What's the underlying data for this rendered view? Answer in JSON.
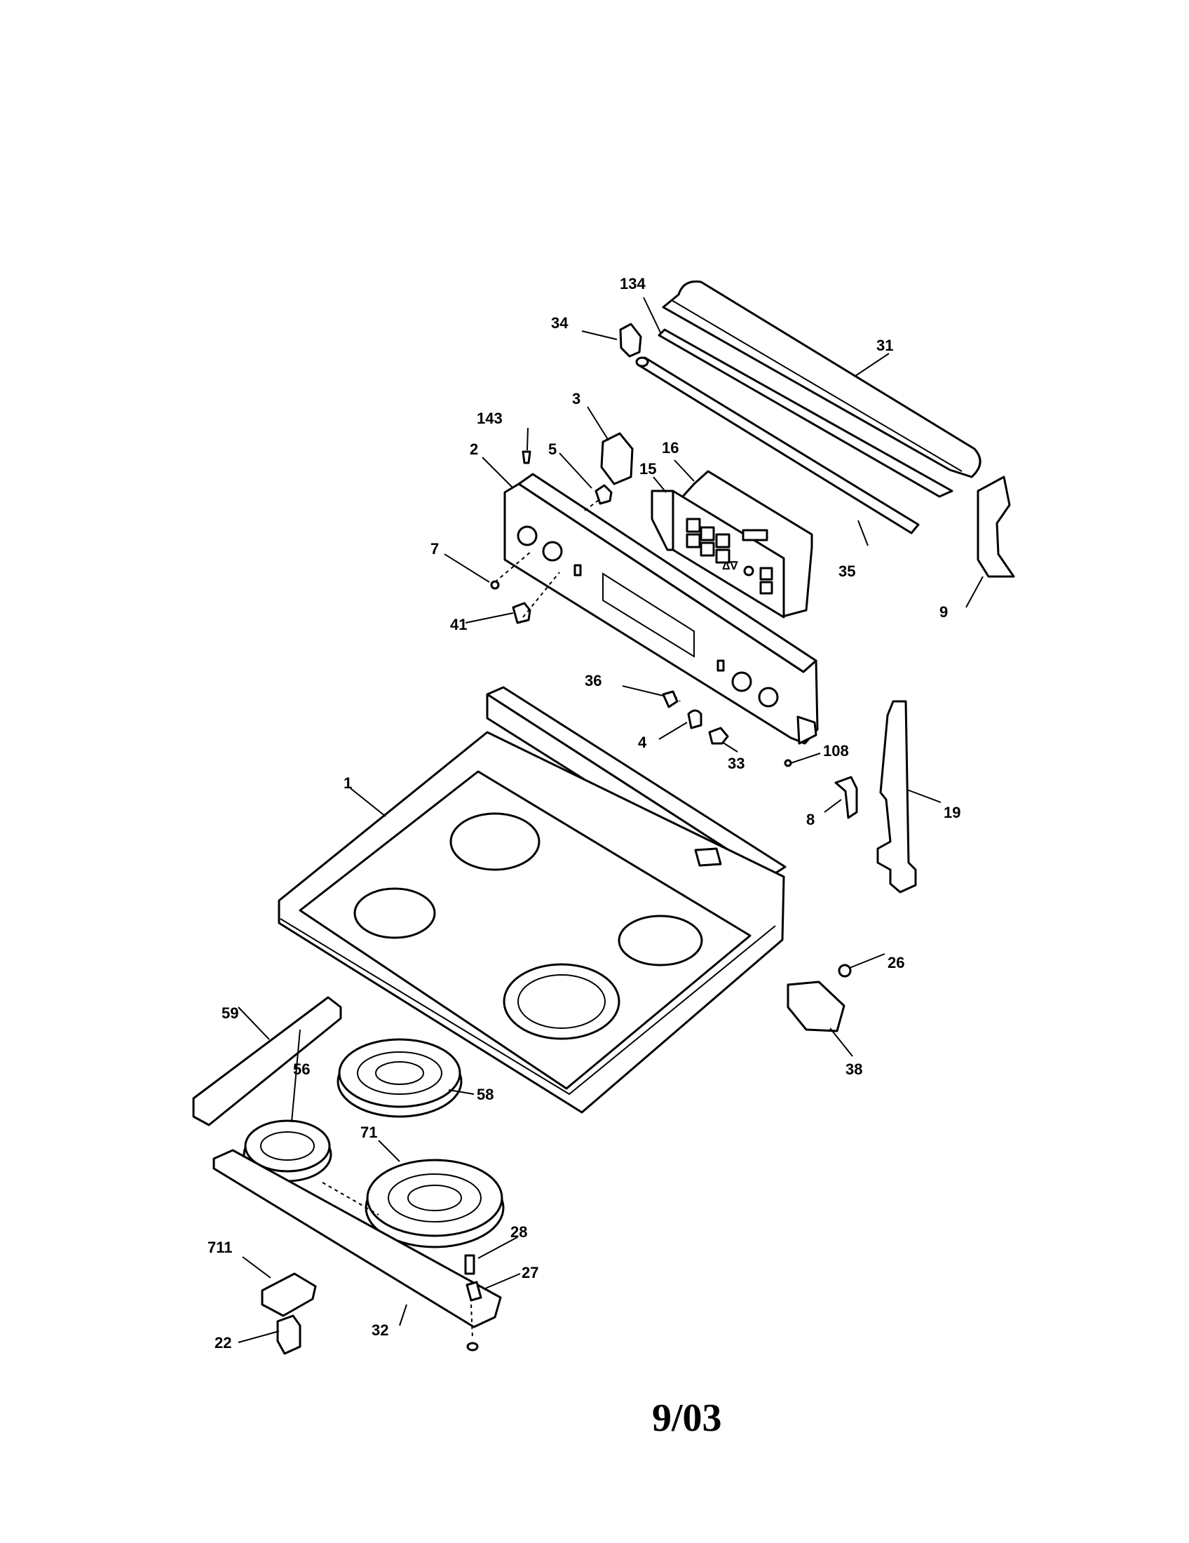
{
  "diagram": {
    "date_code": "9/03",
    "callouts": {
      "c1": "1",
      "c2": "2",
      "c3": "3",
      "c4": "4",
      "c5": "5",
      "c7": "7",
      "c8": "8",
      "c9": "9",
      "c15": "15",
      "c16": "16",
      "c19": "19",
      "c22": "22",
      "c26": "26",
      "c27": "27",
      "c28": "28",
      "c31": "31",
      "c32": "32",
      "c33": "33",
      "c34": "34",
      "c35": "35",
      "c36": "36",
      "c38": "38",
      "c41": "41",
      "c56": "56",
      "c58": "58",
      "c59": "59",
      "c71": "71",
      "c108": "108",
      "c134": "134",
      "c143": "143",
      "c711": "711"
    }
  }
}
